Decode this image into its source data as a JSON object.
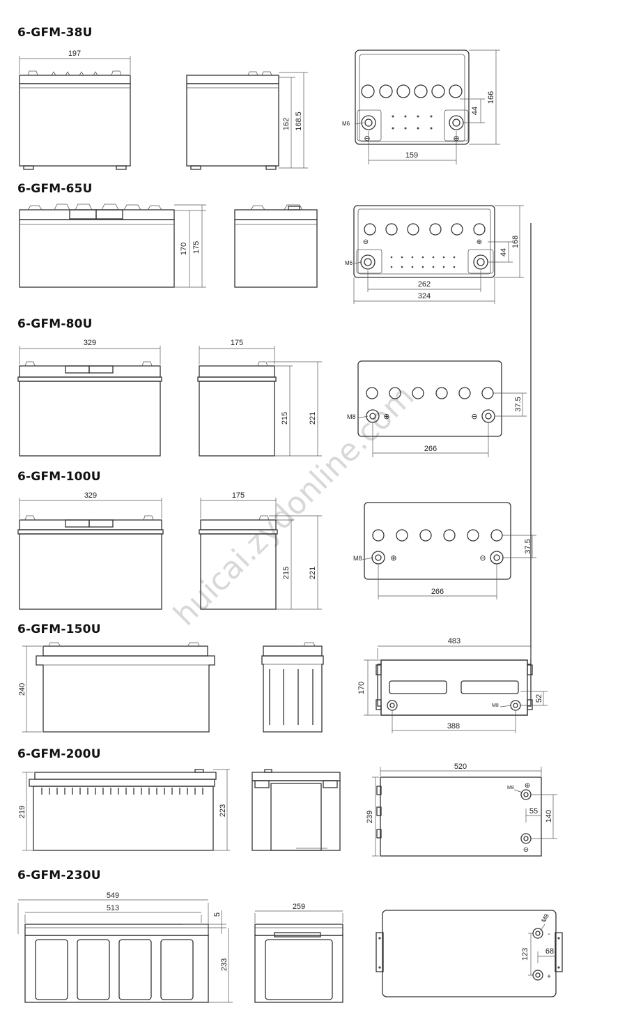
{
  "models": [
    {
      "id": "38U",
      "title": "6-GFM-38U",
      "dims": {
        "width": "197",
        "case_height": "162",
        "total_height": "168.5",
        "side_height": "166",
        "terminal_offset": "44",
        "terminal_spacing": "159",
        "bolt": "M6"
      }
    },
    {
      "id": "65U",
      "title": "6-GFM-65U",
      "dims": {
        "case_height": "170",
        "total_height": "175",
        "side_height": "168",
        "terminal_offset": "44",
        "terminal_spacing": "262",
        "length": "324",
        "bolt": "M6"
      }
    },
    {
      "id": "80U",
      "title": "6-GFM-80U",
      "dims": {
        "length": "329",
        "width": "175",
        "case_height": "215",
        "total_height": "221",
        "terminal_offset": "37.5",
        "terminal_spacing": "266",
        "bolt": "M8"
      }
    },
    {
      "id": "100U",
      "title": "6-GFM-100U",
      "dims": {
        "length": "329",
        "width": "175",
        "case_height": "215",
        "total_height": "221",
        "terminal_offset": "37.5",
        "terminal_spacing": "266",
        "bolt": "M8"
      }
    },
    {
      "id": "150U",
      "title": "6-GFM-150U",
      "dims": {
        "total_height": "240",
        "length": "483",
        "width": "170",
        "terminal_offset": "52",
        "terminal_spacing": "388",
        "bolt": "M8"
      }
    },
    {
      "id": "200U",
      "title": "6-GFM-200U",
      "dims": {
        "case_height": "219",
        "total_height": "223",
        "length": "520",
        "width": "239",
        "terminal_offset": "55",
        "terminal_spacing": "140",
        "bolt": "M8"
      }
    },
    {
      "id": "230U",
      "title": "6-GFM-230U",
      "dims": {
        "length_handles": "549",
        "length": "513",
        "lid_step": "5",
        "height": "233",
        "width": "259",
        "terminal_spacing": "123",
        "terminal_offset": "68",
        "bolt": "M8"
      }
    }
  ],
  "symbols": {
    "positive": "⊕",
    "negative": "⊖"
  },
  "watermark": "huicai.zydonline.com",
  "colors": {
    "line": "#333333",
    "watermark": "#d8d8d8"
  }
}
